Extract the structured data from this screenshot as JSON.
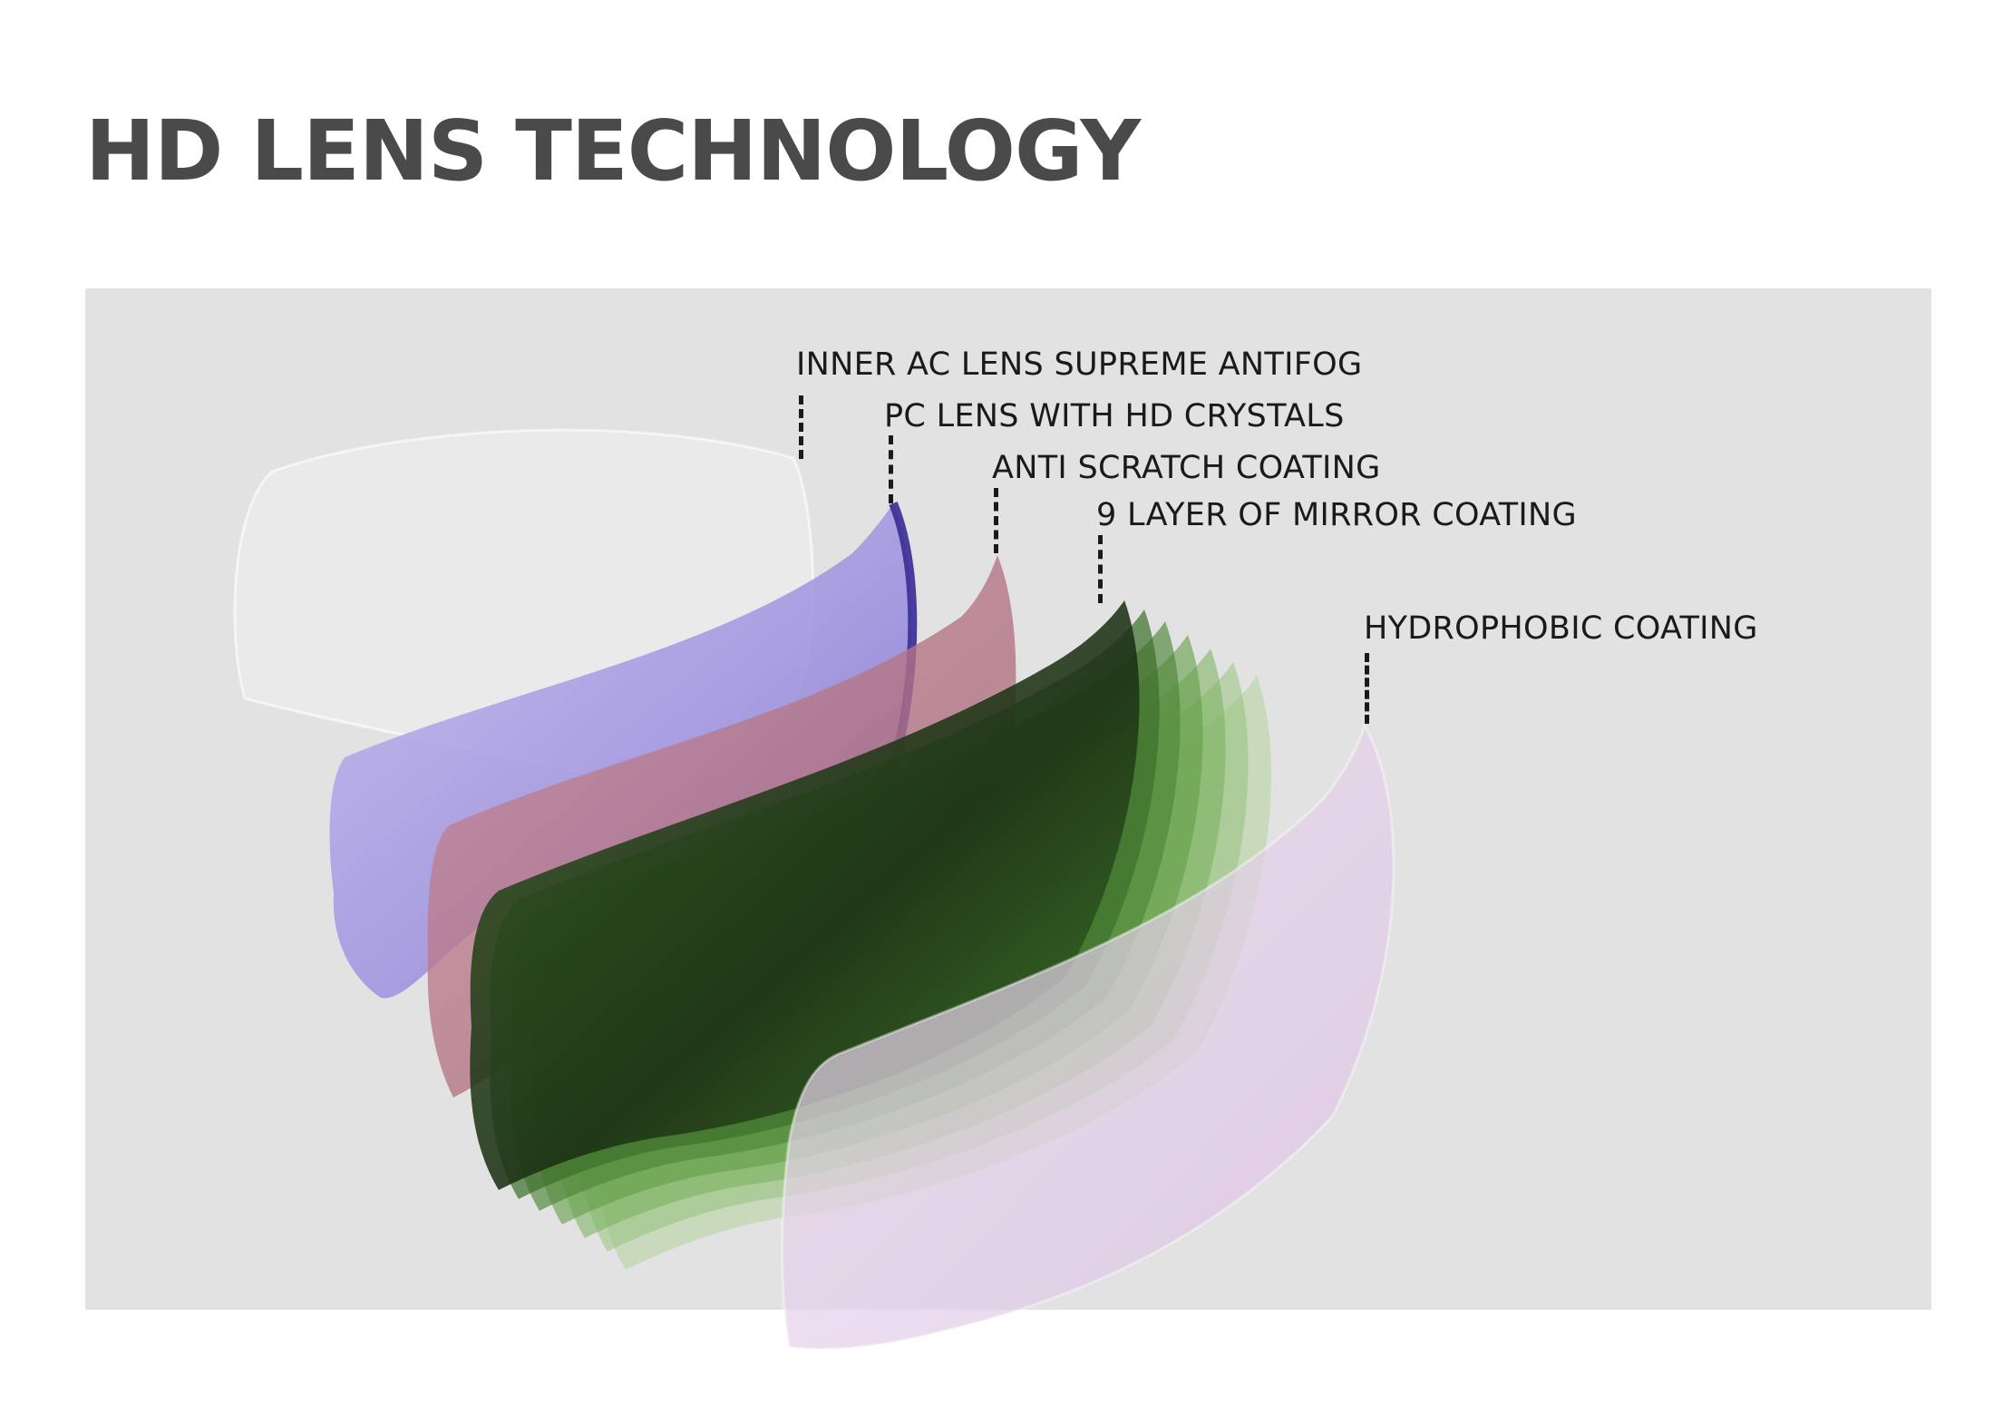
{
  "title": "HD LENS TECHNOLOGY",
  "layers": [
    {
      "label": "INNER AC LENS SUPREME ANTIFOG",
      "color": "#f4f4f6"
    },
    {
      "label": "PC LENS WITH HD CRYSTALS",
      "color": "#8f82d6"
    },
    {
      "label": "ANTI SCRATCH COATING",
      "color": "#e8a6a2"
    },
    {
      "label": "9 LAYER OF MIRROR COATING",
      "color": "#2f6a22"
    },
    {
      "label": "HYDROPHOBIC COATING",
      "color": "#e6cfe9"
    }
  ],
  "colors": {
    "background": "#ffffff",
    "panel": "#e2e2e2",
    "title": "#4a4a4a",
    "label": "#1a1a1a"
  }
}
